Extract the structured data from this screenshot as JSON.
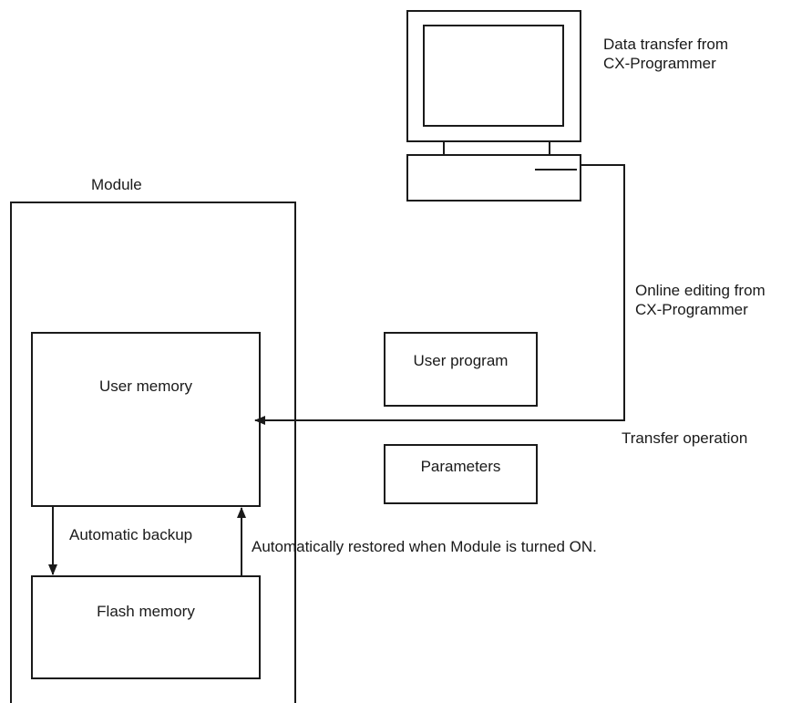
{
  "labels": {
    "data_transfer_line1": "Data transfer from",
    "data_transfer_line2": "CX-Programmer",
    "module": "Module",
    "online_editing_line1": "Online editing from",
    "online_editing_line2": "CX-Programmer",
    "user_program": "User program",
    "user_memory": "User memory",
    "transfer_operation": "Transfer operation",
    "parameters": "Parameters",
    "automatic_backup": "Automatic backup",
    "auto_restore": "Automatically restored when Module is turned ON.",
    "flash_memory": "Flash memory"
  },
  "colors": {
    "line": "#1a1a1a",
    "background": "#ffffff"
  }
}
